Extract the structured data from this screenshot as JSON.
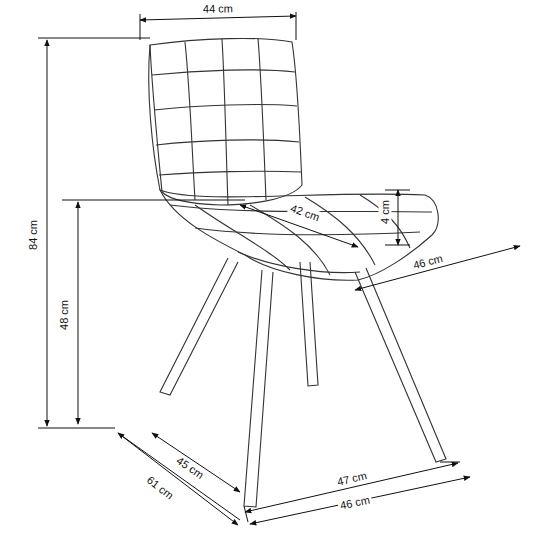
{
  "diagram": {
    "labels": [
      "44 cm",
      "84 cm",
      "48 cm",
      "42 cm",
      "4 cm",
      "46 cm",
      "45 cm",
      "61 cm",
      "47 cm",
      "46 cm"
    ]
  }
}
